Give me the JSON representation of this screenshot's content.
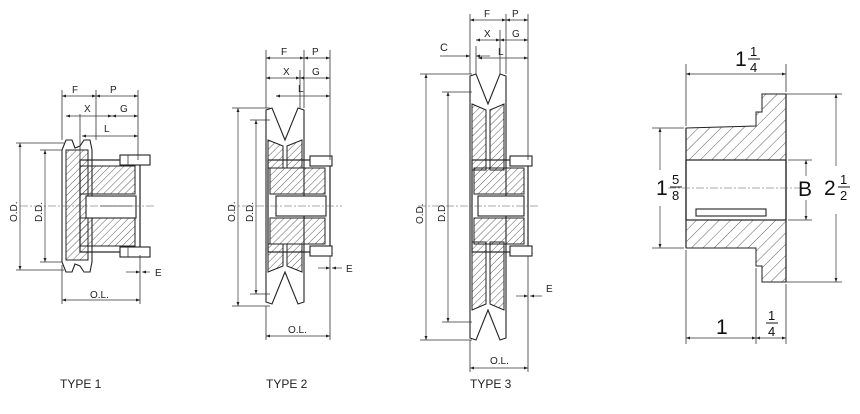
{
  "type1": {
    "caption": "TYPE 1",
    "labels": {
      "F": "F",
      "P": "P",
      "X": "X",
      "G": "G",
      "L": "L",
      "OD": "O.D.",
      "DD": "D.D.",
      "OL": "O.L.",
      "E": "E"
    }
  },
  "type2": {
    "caption": "TYPE 2",
    "labels": {
      "F": "F",
      "P": "P",
      "X": "X",
      "G": "G",
      "L": "L",
      "OD": "O.D.",
      "DD": "D.D.",
      "OL": "O.L.",
      "E": "E"
    }
  },
  "type3": {
    "caption": "TYPE 3",
    "labels": {
      "F": "F",
      "P": "P",
      "X": "X",
      "G": "G",
      "C": "C",
      "L": "L",
      "OD": "O.D.",
      "DD": "D.D",
      "OL": "O.L.",
      "E": "E"
    }
  },
  "bushing": {
    "top_whole": "1",
    "top_num": "1",
    "top_den": "4",
    "left_whole": "1",
    "left_num": "5",
    "left_den": "8",
    "bore": "B",
    "right_whole": "2",
    "right_num": "1",
    "right_den": "2",
    "bottom_left": "1",
    "bottom_num": "1",
    "bottom_den": "4"
  }
}
